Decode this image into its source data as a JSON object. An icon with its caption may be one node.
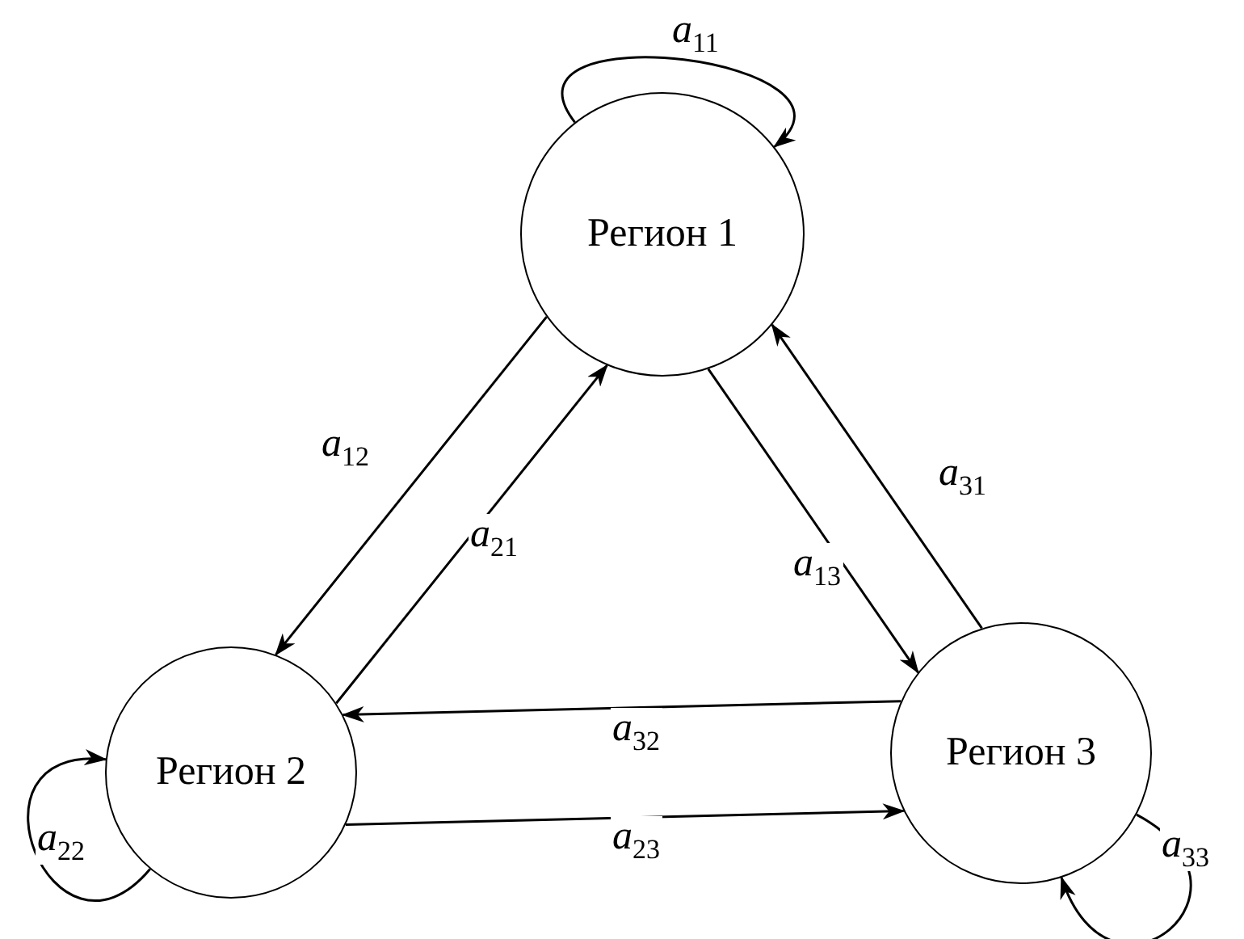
{
  "diagram": {
    "nodes": [
      {
        "text": [
          "Регион 1"
        ]
      },
      {
        "text": [
          "Регион 2"
        ]
      },
      {
        "text": [
          "Регион 3"
        ]
      }
    ],
    "edges": [
      {
        "from": 0,
        "to": 0,
        "arrow": "to",
        "label": "*a*$_{11}$"
      },
      {
        "from": 0,
        "to": 1,
        "arrow": "to",
        "label": "*a*$_{12}$"
      },
      {
        "from": 1,
        "to": 0,
        "arrow": "to",
        "label": "*a*$_{21}$"
      },
      {
        "from": 0,
        "to": 2,
        "arrow": "to",
        "label": "*a*$_{13}$"
      },
      {
        "from": 2,
        "to": 0,
        "arrow": "to",
        "label": "*a*$_{31}$"
      },
      {
        "from": 2,
        "to": 1,
        "arrow": "to",
        "label": "*a*$_{32}$"
      },
      {
        "from": 1,
        "to": 2,
        "arrow": "to",
        "label": "*a*$_{23}$"
      },
      {
        "from": 1,
        "to": 1,
        "arrow": "to",
        "label": "*a*$_{22}$"
      },
      {
        "from": 2,
        "to": 2,
        "arrow": "to",
        "label": "*a*$_{33}$"
      }
    ]
  }
}
